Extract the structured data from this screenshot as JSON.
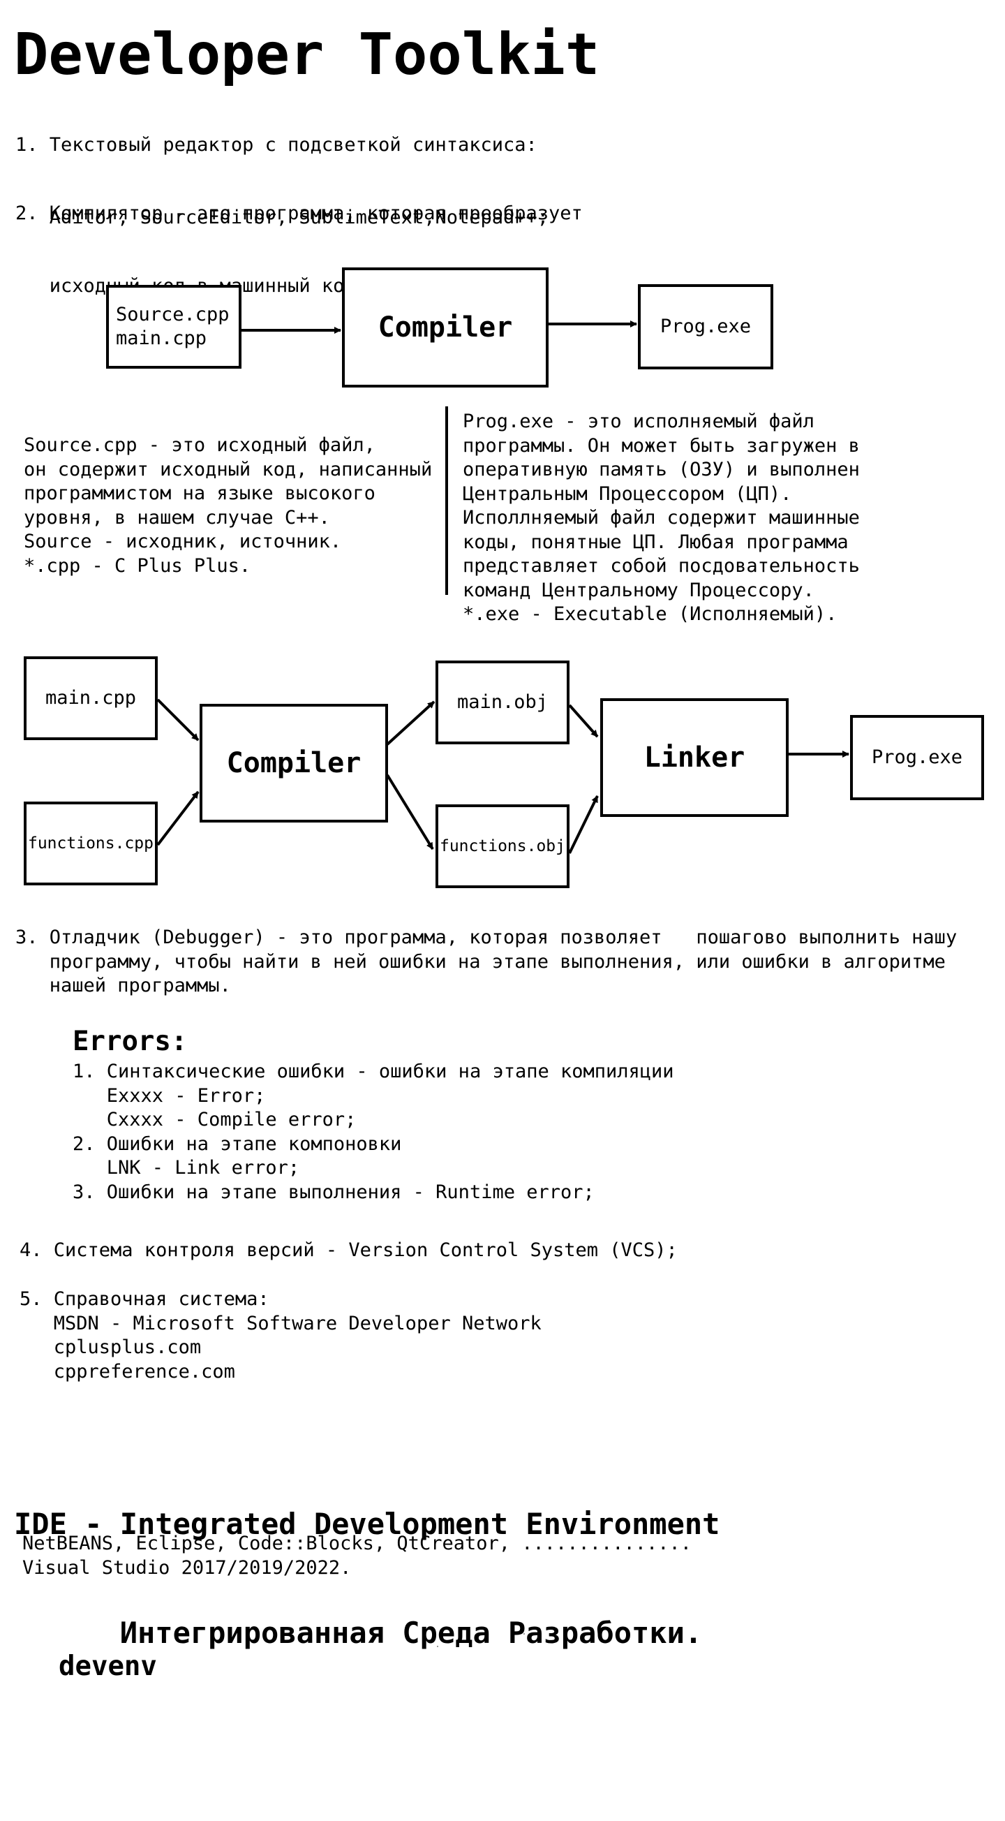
{
  "title": "Developer Toolkit",
  "item1": {
    "line1": "1. Текстовый редактор с подсветкой синтаксиса:",
    "line2": "   Aditor, SourceEditor, SublimeText,Notepad++;"
  },
  "item2": {
    "line1": "2. Компилятор - это программа, которая преобразует",
    "line2": "   исходный код в машинный код."
  },
  "diagram1": {
    "source_box": "Source.cpp\nmain.cpp",
    "compiler": "Compiler",
    "output": "Prog.exe"
  },
  "source_desc": "Source.cpp - это исходный файл,\nон содержит исходный код, написанный\nпрограммистом на языке высокого\nуровня, в нашем случае C++.\nSource - исходник, источник.\n*.cpp - C Plus Plus.",
  "exe_desc": "Prog.exe - это исполняемый файл\nпрограммы. Он может быть загружен в\nоперативную память (ОЗУ) и выполнен\nЦентральным Процессором (ЦП).\nИсполлняемый файл содержит машинные\nкоды, понятные ЦП. Любая программа\nпредставляет собой посдовательность\nкоманд Центральному Процессору.\n*.exe - Executable (Исполняемый).",
  "diagram2": {
    "main_cpp": "main.cpp",
    "functions_cpp": "functions.cpp",
    "compiler": "Compiler",
    "main_obj": "main.obj",
    "functions_obj": "functions.obj",
    "linker": "Linker",
    "output": "Prog.exe"
  },
  "item3": "3. Отладчик (Debugger) - это программа, которая позволяет   пошагово выполнить нашу\n   программу, чтобы найти в ней ошибки на этапе выполнения, или ошибки в алгоритме\n   нашей программы.",
  "errors": {
    "heading": "Errors:",
    "body": "1. Синтаксические ошибки - ошибки на этапе компиляции\n   Exxxx - Error;\n   Cxxxx - Compile error;\n2. Ошибки на этапе компоновки\n   LNK - Link error;\n3. Ошибки на этапе выполнения - Runtime error;"
  },
  "item4": "4. Система контроля версий - Version Control System (VCS);",
  "item5": "5. Справочная система:\n   MSDN - Microsoft Software Developer Network\n   cplusplus.com\n   cppreference.com",
  "ide": {
    "line1": "IDE - Integrated Development Environment",
    "line2": "      Интегрированная Среда Разработки."
  },
  "ide_list": "NetBEANS, Eclipse, Code::Blocks, QtCreator, ...............\nVisual Studio 2017/2019/2022.",
  "devenv": "devenv"
}
